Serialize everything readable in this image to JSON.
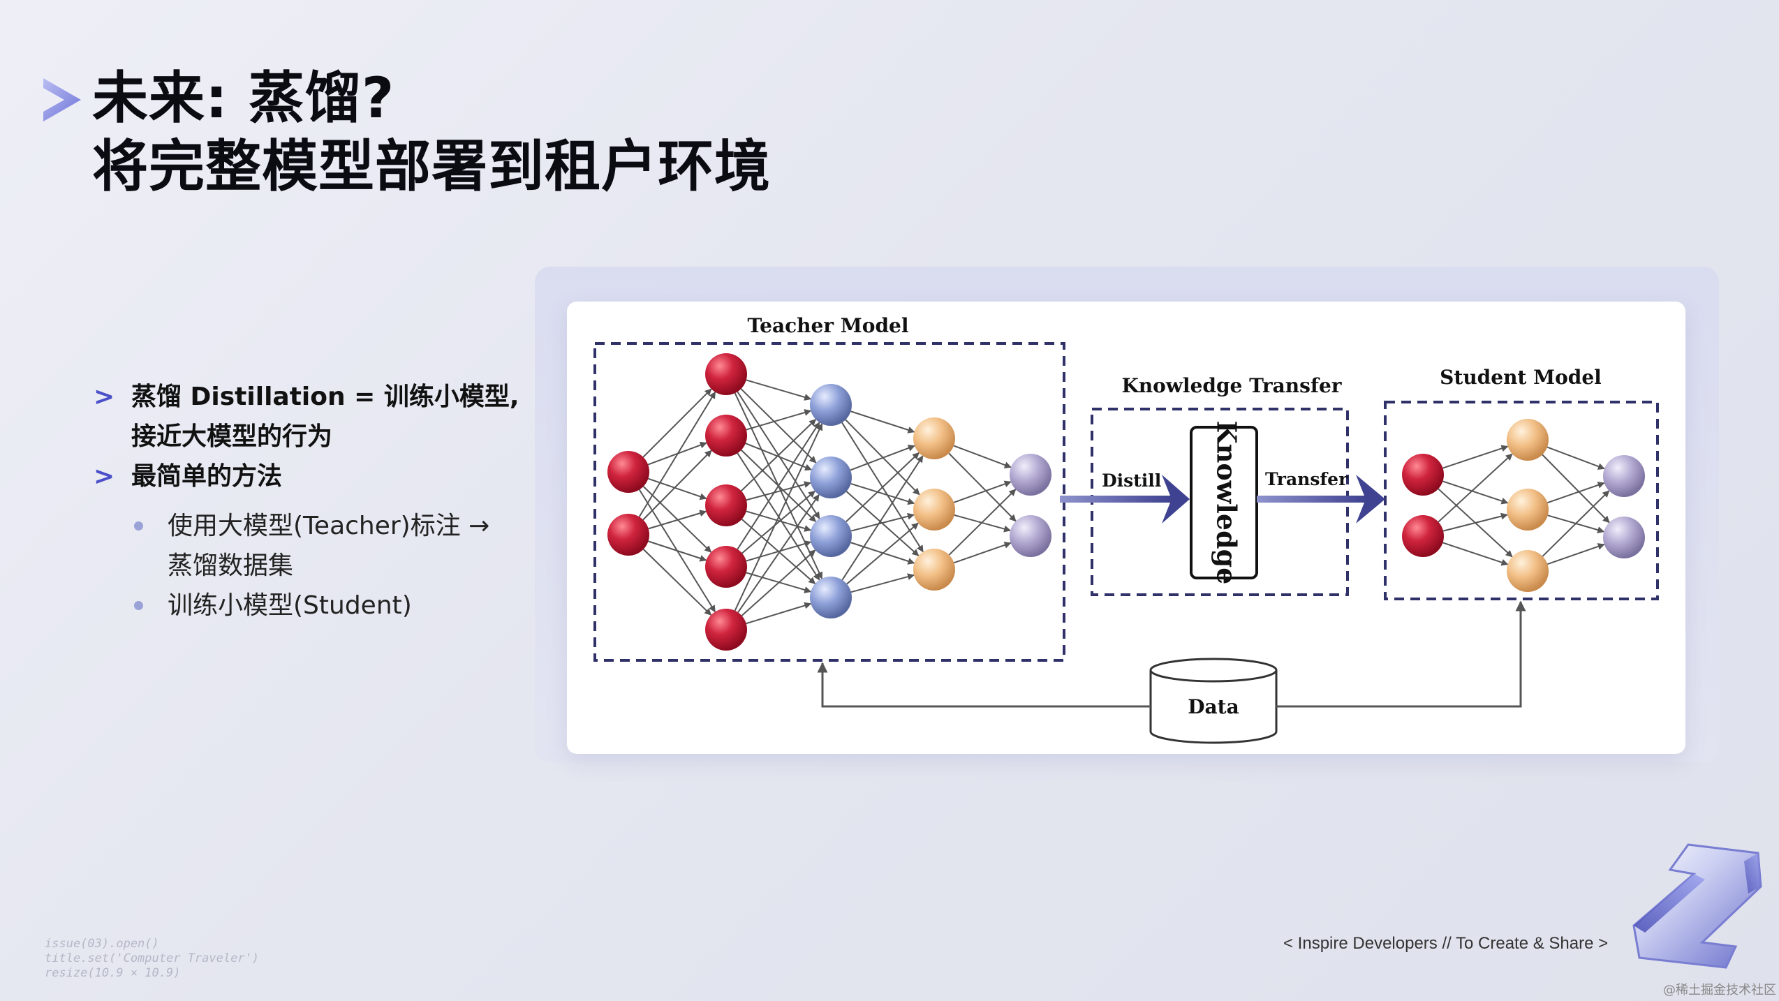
{
  "slide": {
    "title_line1": "未来: 蒸馏?",
    "title_line2": "将完整模型部署到租户环境"
  },
  "bullets": [
    {
      "level": 1,
      "line1": "蒸馏 Distillation = 训练小模型,",
      "line2": "接近大模型的行为"
    },
    {
      "level": 1,
      "line1": "最简单的方法"
    },
    {
      "level": 2,
      "line1": "使用大模型(Teacher)标注 →",
      "line2": "蒸馏数据集"
    },
    {
      "level": 2,
      "line1": "训练小模型(Student)"
    }
  ],
  "diagram": {
    "teacher_label": "Teacher Model",
    "transfer_label": "Knowledge Transfer",
    "student_label": "Student Model",
    "distill_label": "Distill",
    "knowledge_label": "Knowledge",
    "transfer_arrow_label": "Transfer",
    "data_label": "Data",
    "colors": {
      "red": "#c8102e",
      "blue": "#7b8fd0",
      "orange": "#f0b57a",
      "purple": "#a89ec8",
      "arrow": "#4a4d9a",
      "border": "#2f3168"
    }
  },
  "footer": {
    "tagline": "< Inspire Developers  //  To Create & Share >",
    "code_lines": [
      "issue(03).open()",
      "title.set('Computer Traveler')",
      "resize(10.9 × 10.9)"
    ],
    "watermark": "@稀土掘金技术社区"
  },
  "icons": {
    "title_chevron": "chevron-right-icon",
    "logo": "brand-logo-icon"
  }
}
